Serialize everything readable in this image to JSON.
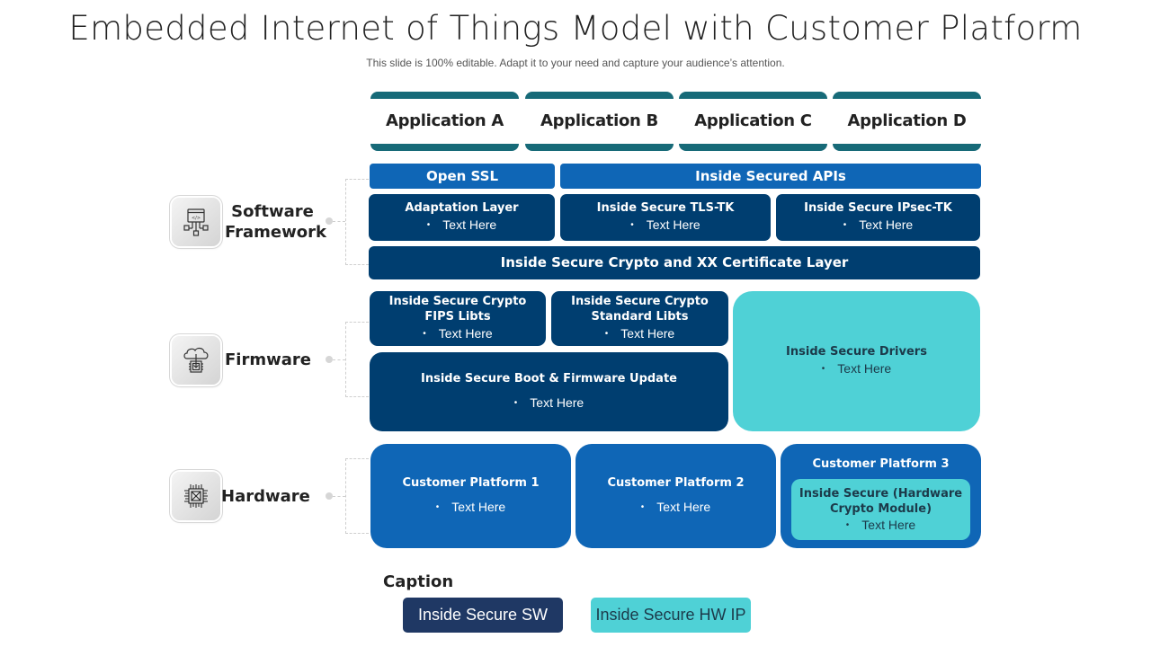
{
  "header": {
    "title": "Embedded Internet of Things Model with Customer Platform",
    "subtitle": "This slide is 100% editable. Adapt it to your need and capture your audience’s attention."
  },
  "colors": {
    "app_bar": "#176A78",
    "blue": "#0F66B6",
    "navy": "#003E70",
    "teal": "#4FD1D6",
    "legend_sw": "#1F3864"
  },
  "applications": [
    {
      "label": "Application A"
    },
    {
      "label": "Application B"
    },
    {
      "label": "Application C"
    },
    {
      "label": "Application D"
    }
  ],
  "categories": [
    {
      "label_line1": "Software",
      "label_line2": "Framework",
      "icon": "software-framework-icon"
    },
    {
      "label": "Firmware",
      "icon": "cloud-firmware-icon"
    },
    {
      "label": "Hardware",
      "icon": "chip-icon"
    }
  ],
  "software": {
    "open_ssl": "Open SSL",
    "secured_apis": "Inside Secured APIs",
    "adaptation": {
      "title": "Adaptation Layer",
      "bullet": "Text Here"
    },
    "tls": {
      "title": "Inside Secure TLS-TK",
      "bullet": "Text Here"
    },
    "ipsec": {
      "title": "Inside Secure IPsec-TK",
      "bullet": "Text Here"
    },
    "crypto_cert": "Inside Secure Crypto and XX Certificate Layer"
  },
  "firmware": {
    "fips": {
      "title_line1": "Inside Secure Crypto",
      "title_line2": "FIPS Libts",
      "bullet": "Text Here"
    },
    "standard": {
      "title_line1": "Inside Secure Crypto",
      "title_line2": "Standard Libts",
      "bullet": "Text Here"
    },
    "boot": {
      "title": "Inside Secure Boot & Firmware Update",
      "bullet": "Text Here"
    },
    "drivers": {
      "title": "Inside Secure Drivers",
      "bullet": "Text Here"
    }
  },
  "hardware": {
    "platform1": {
      "title": "Customer Platform 1",
      "bullet": "Text Here"
    },
    "platform2": {
      "title": "Customer Platform 2",
      "bullet": "Text Here"
    },
    "platform3": {
      "title": "Customer Platform 3",
      "inner": {
        "title_line1": "Inside Secure (Hardware",
        "title_line2": "Crypto Module)",
        "bullet": "Text Here"
      }
    }
  },
  "caption": {
    "title": "Caption",
    "legend": [
      {
        "label": "Inside Secure SW"
      },
      {
        "label": "Inside Secure HW IP"
      }
    ]
  }
}
